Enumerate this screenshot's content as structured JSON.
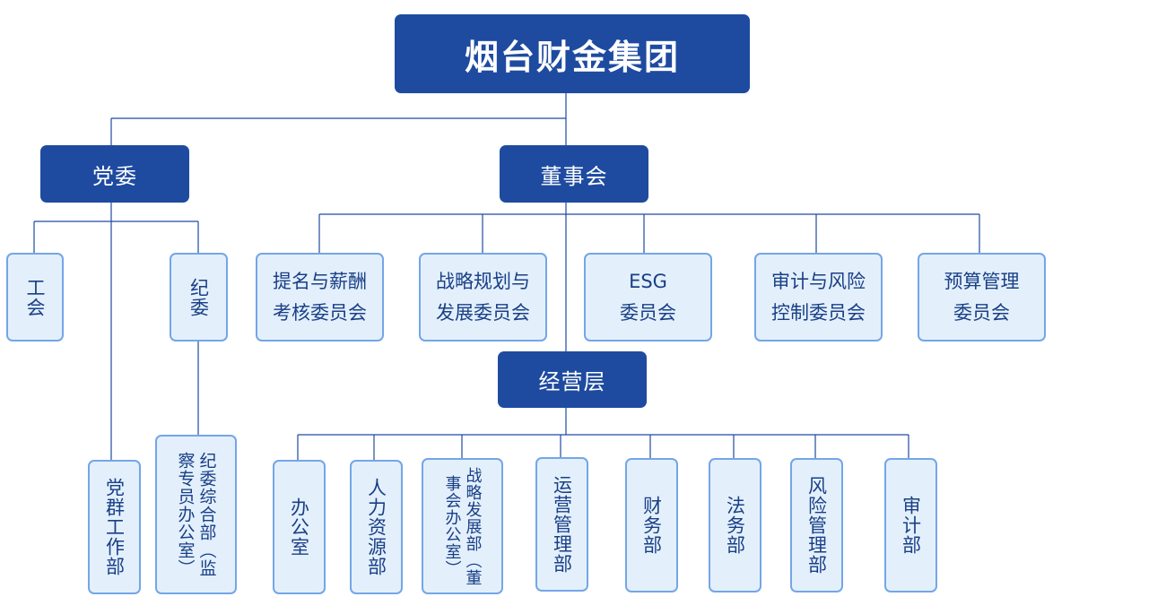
{
  "root": "烟台财金集团",
  "party": "党委",
  "board": "董事会",
  "management": "经营层",
  "union": "工会",
  "discipline": "纪委",
  "party_work_dept": "党群工作部",
  "discipline_office": "纪委综合部（监察专员办公室）",
  "committees": [
    "提名与薪酬\n考核委员会",
    "战略规划与\n发展委员会",
    "ESG\n委员会",
    "审计与风险\n控制委员会",
    "预算管理\n委员会"
  ],
  "departments": [
    "办公室",
    "人力资源部",
    "战略发展部（董事会办公室）",
    "运营管理部",
    "财务部",
    "法务部",
    "风险管理部",
    "审计部"
  ],
  "colors": {
    "dark_box": "#1e4ba0",
    "light_box": "#e3f0fc",
    "light_border": "#74a6e6",
    "line": "#1e4ba0"
  }
}
